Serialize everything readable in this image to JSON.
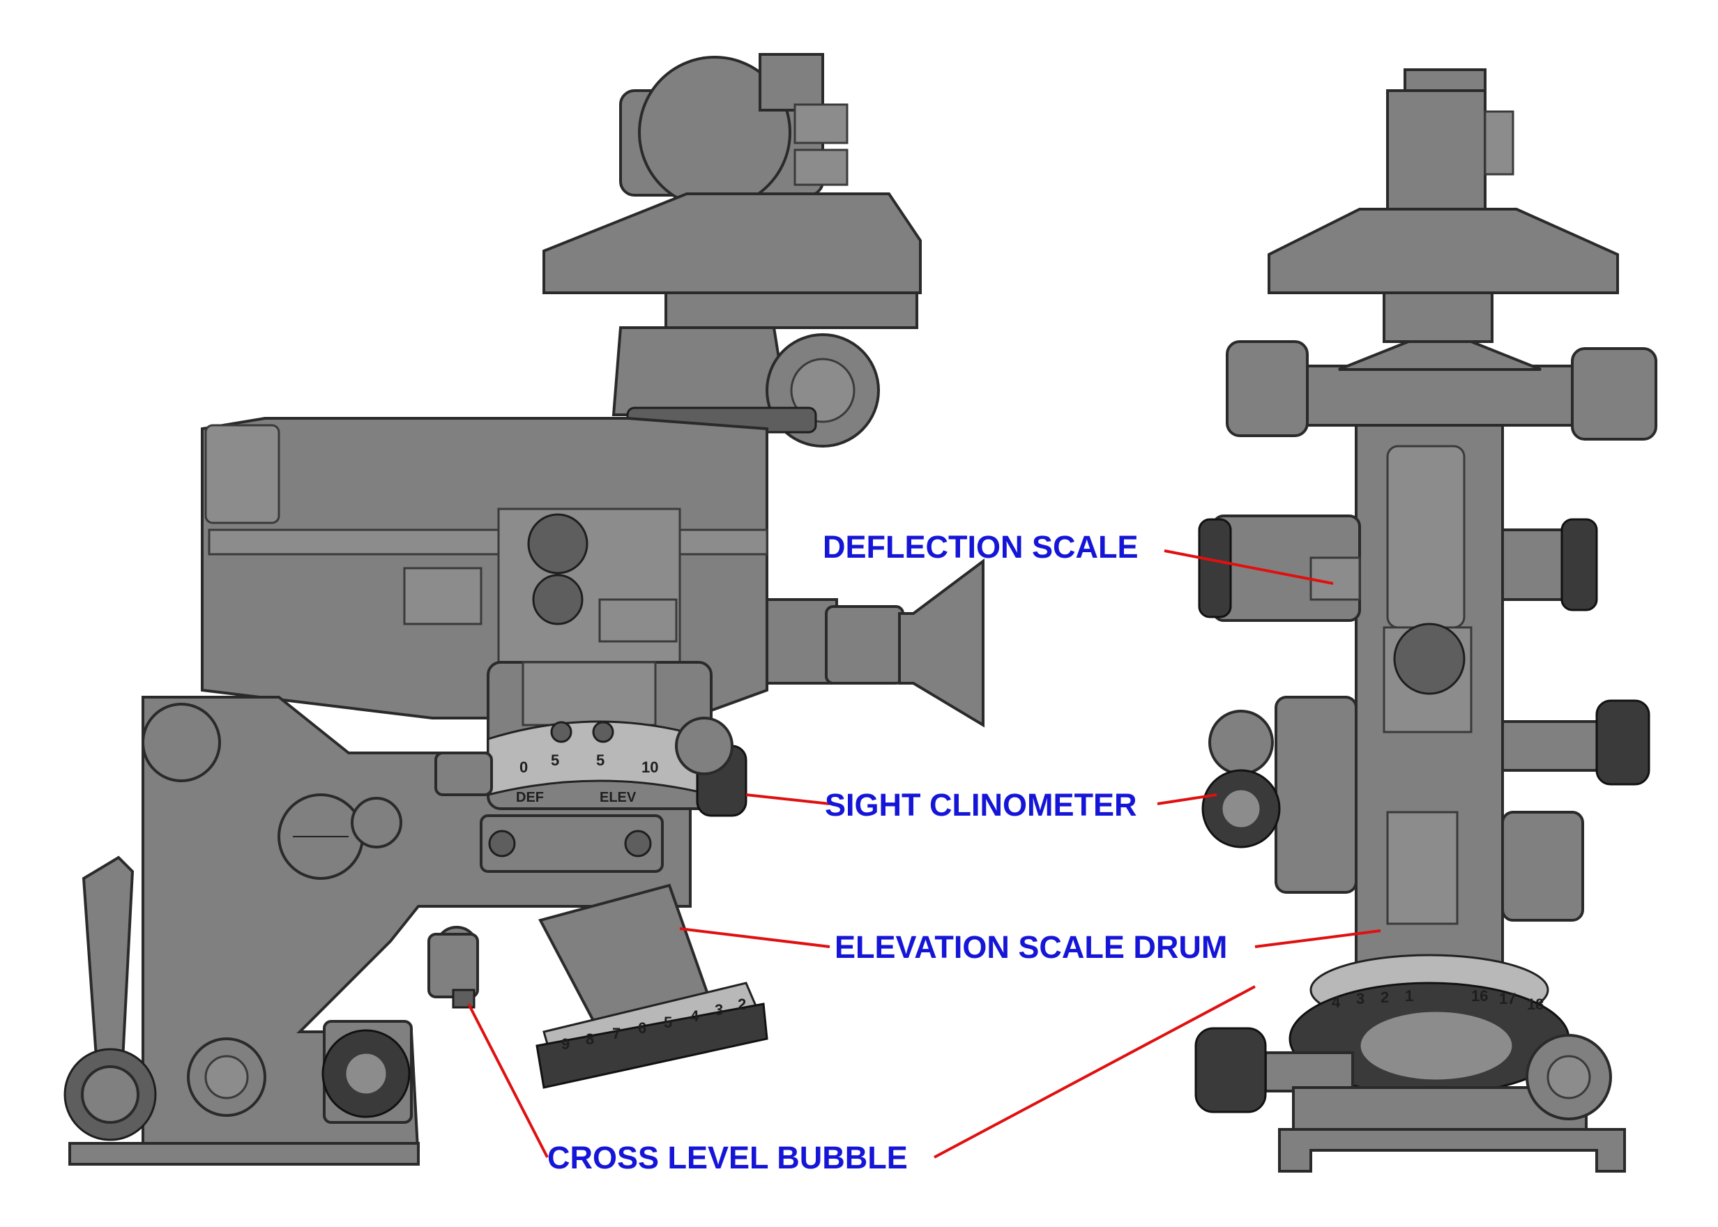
{
  "labels": {
    "deflection_scale": "DEFLECTION SCALE",
    "sight_clinometer": "SIGHT CLINOMETER",
    "elevation_scale_drum": "ELEVATION SCALE DRUM",
    "cross_level_bubble": "CROSS LEVEL BUBBLE"
  },
  "scale_plate": {
    "left_text": "DEF",
    "right_text": "ELEV",
    "def_numbers": [
      "0",
      "5"
    ],
    "elev_numbers": [
      "5",
      "10"
    ]
  },
  "elevation_drum_left": [
    "9",
    "8",
    "7",
    "6",
    "5",
    "4",
    "3",
    "2"
  ],
  "elevation_drum_right": [
    "4",
    "3",
    "2",
    "1",
    "16",
    "17",
    "18"
  ],
  "colors": {
    "label_text": "#1515d8",
    "leader_line": "#e01010",
    "body_gray": "#808080",
    "background": "#ffffff"
  }
}
